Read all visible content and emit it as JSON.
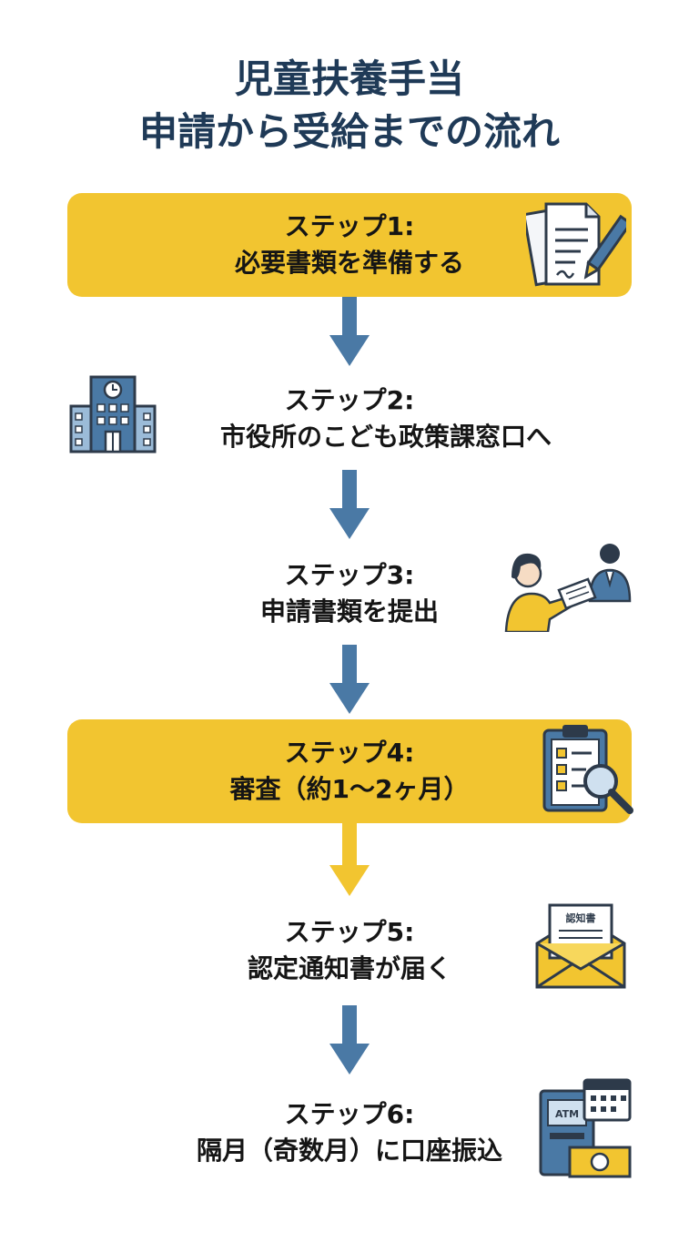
{
  "title": {
    "line1": "児童扶養手当",
    "line2": "申請から受給までの流れ"
  },
  "steps": [
    {
      "label": "ステップ1:",
      "text": "必要書類を準備する"
    },
    {
      "label": "ステップ2:",
      "text": "市役所のこども政策課窓口へ"
    },
    {
      "label": "ステップ3:",
      "text": "申請書類を提出"
    },
    {
      "label": "ステップ4:",
      "text": "審査（約1～2ヶ月）"
    },
    {
      "label": "ステップ5:",
      "text": "認定通知書が届く"
    },
    {
      "label": "ステップ6:",
      "text": "隔月（奇数月）に口座振込"
    }
  ],
  "icons": {
    "step1": "document-pen-icon",
    "step2": "city-hall-icon",
    "step3": "submit-document-icon",
    "step4": "clipboard-magnifier-icon",
    "step5": "notice-envelope-icon",
    "step6": "atm-calendar-money-icon"
  },
  "envelope_label": "認知書",
  "atm_label": "ATM",
  "colors": {
    "highlight": "#f2c530",
    "arrow_blue": "#4a79a5",
    "arrow_yellow": "#f2c530",
    "title": "#1f3a57"
  }
}
